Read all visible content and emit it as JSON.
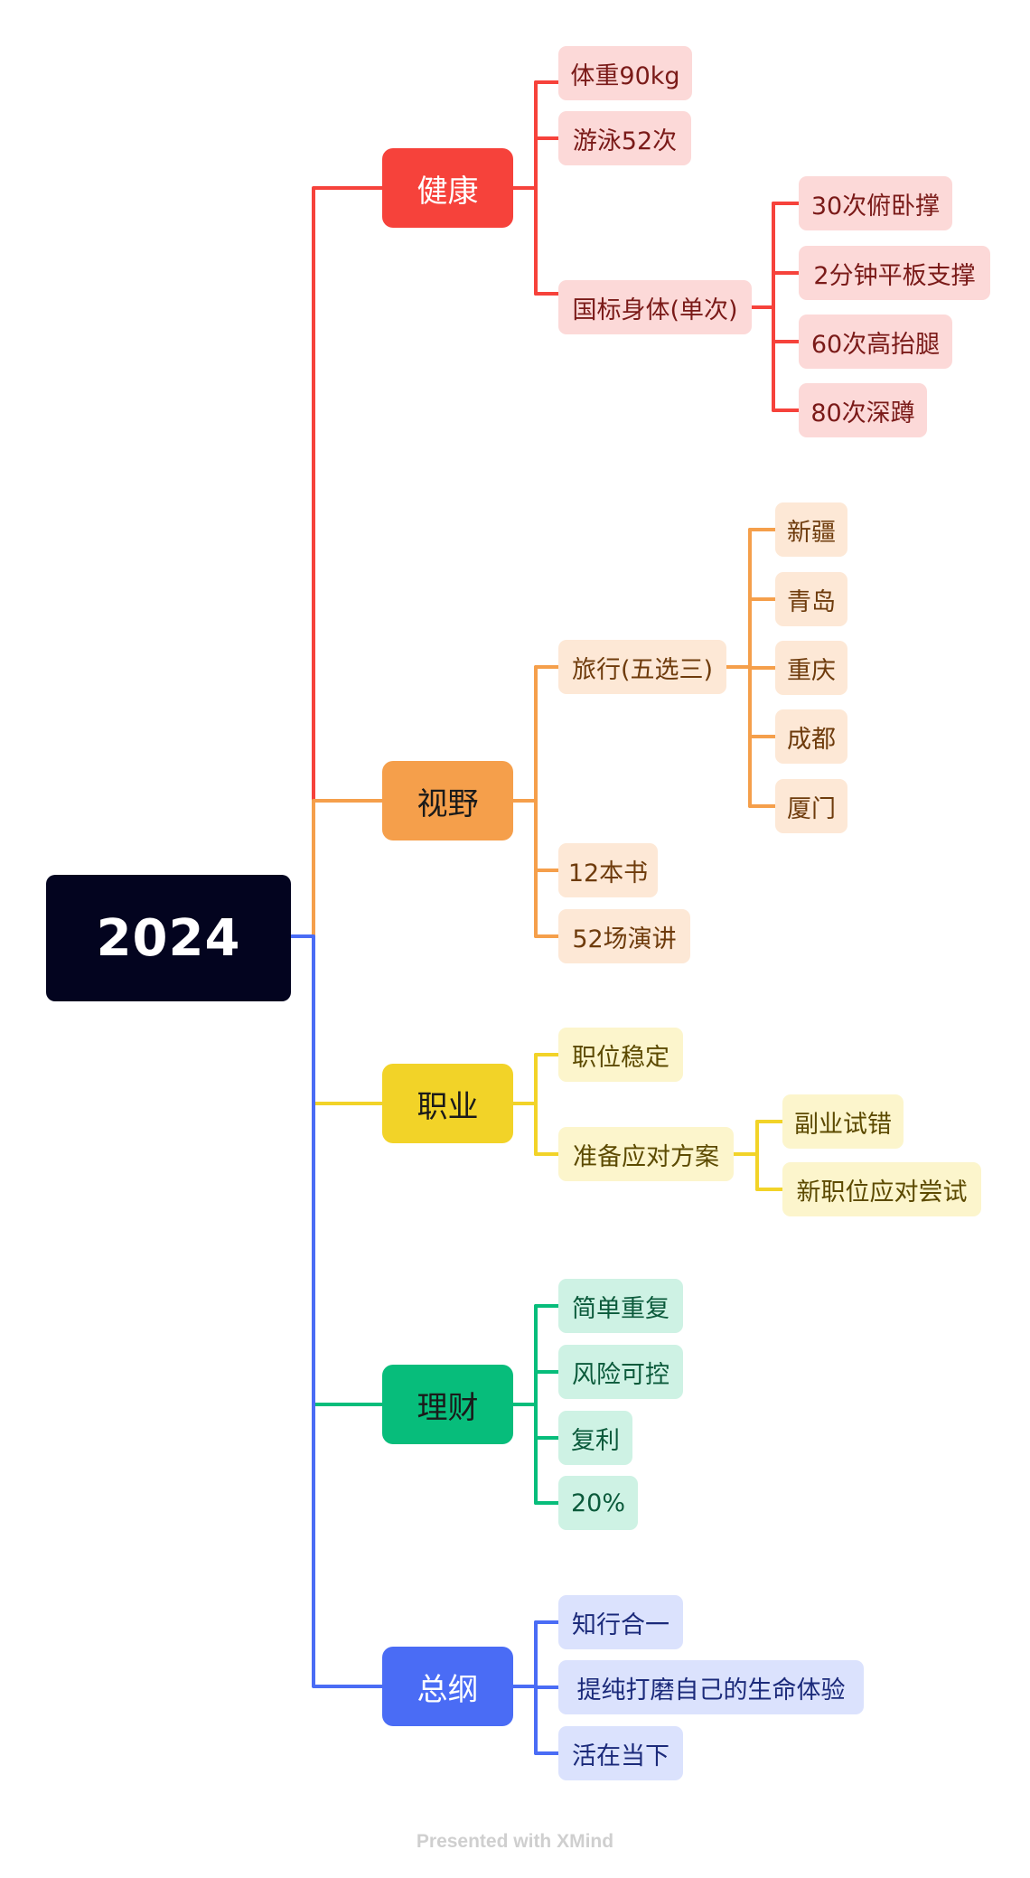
{
  "root": {
    "label": "2024"
  },
  "colors": {
    "red": "#f6423b",
    "orange": "#f59f4b",
    "yellow": "#f2d328",
    "green": "#07bd7b",
    "blue": "#4a6cf5",
    "root": "#03041f"
  },
  "branches": {
    "health": {
      "label": "健康",
      "items": [
        "体重90kg",
        "游泳52次",
        "国标身体(单次)"
      ],
      "sub": [
        "30次俯卧撑",
        "2分钟平板支撑",
        "60次高抬腿",
        "80次深蹲"
      ]
    },
    "vision": {
      "label": "视野",
      "items": [
        "旅行(五选三)",
        "12本书",
        "52场演讲"
      ],
      "sub": [
        "新疆",
        "青岛",
        "重庆",
        "成都",
        "厦门"
      ]
    },
    "career": {
      "label": "职业",
      "items": [
        "职位稳定",
        "准备应对方案"
      ],
      "sub": [
        "副业试错",
        "新职位应对尝试"
      ]
    },
    "finance": {
      "label": "理财",
      "items": [
        "简单重复",
        "风险可控",
        "复利",
        "20%"
      ]
    },
    "summary": {
      "label": "总纲",
      "items": [
        "知行合一",
        "提纯打磨自己的生命体验",
        "活在当下"
      ]
    }
  },
  "footer": "Presented with XMind"
}
